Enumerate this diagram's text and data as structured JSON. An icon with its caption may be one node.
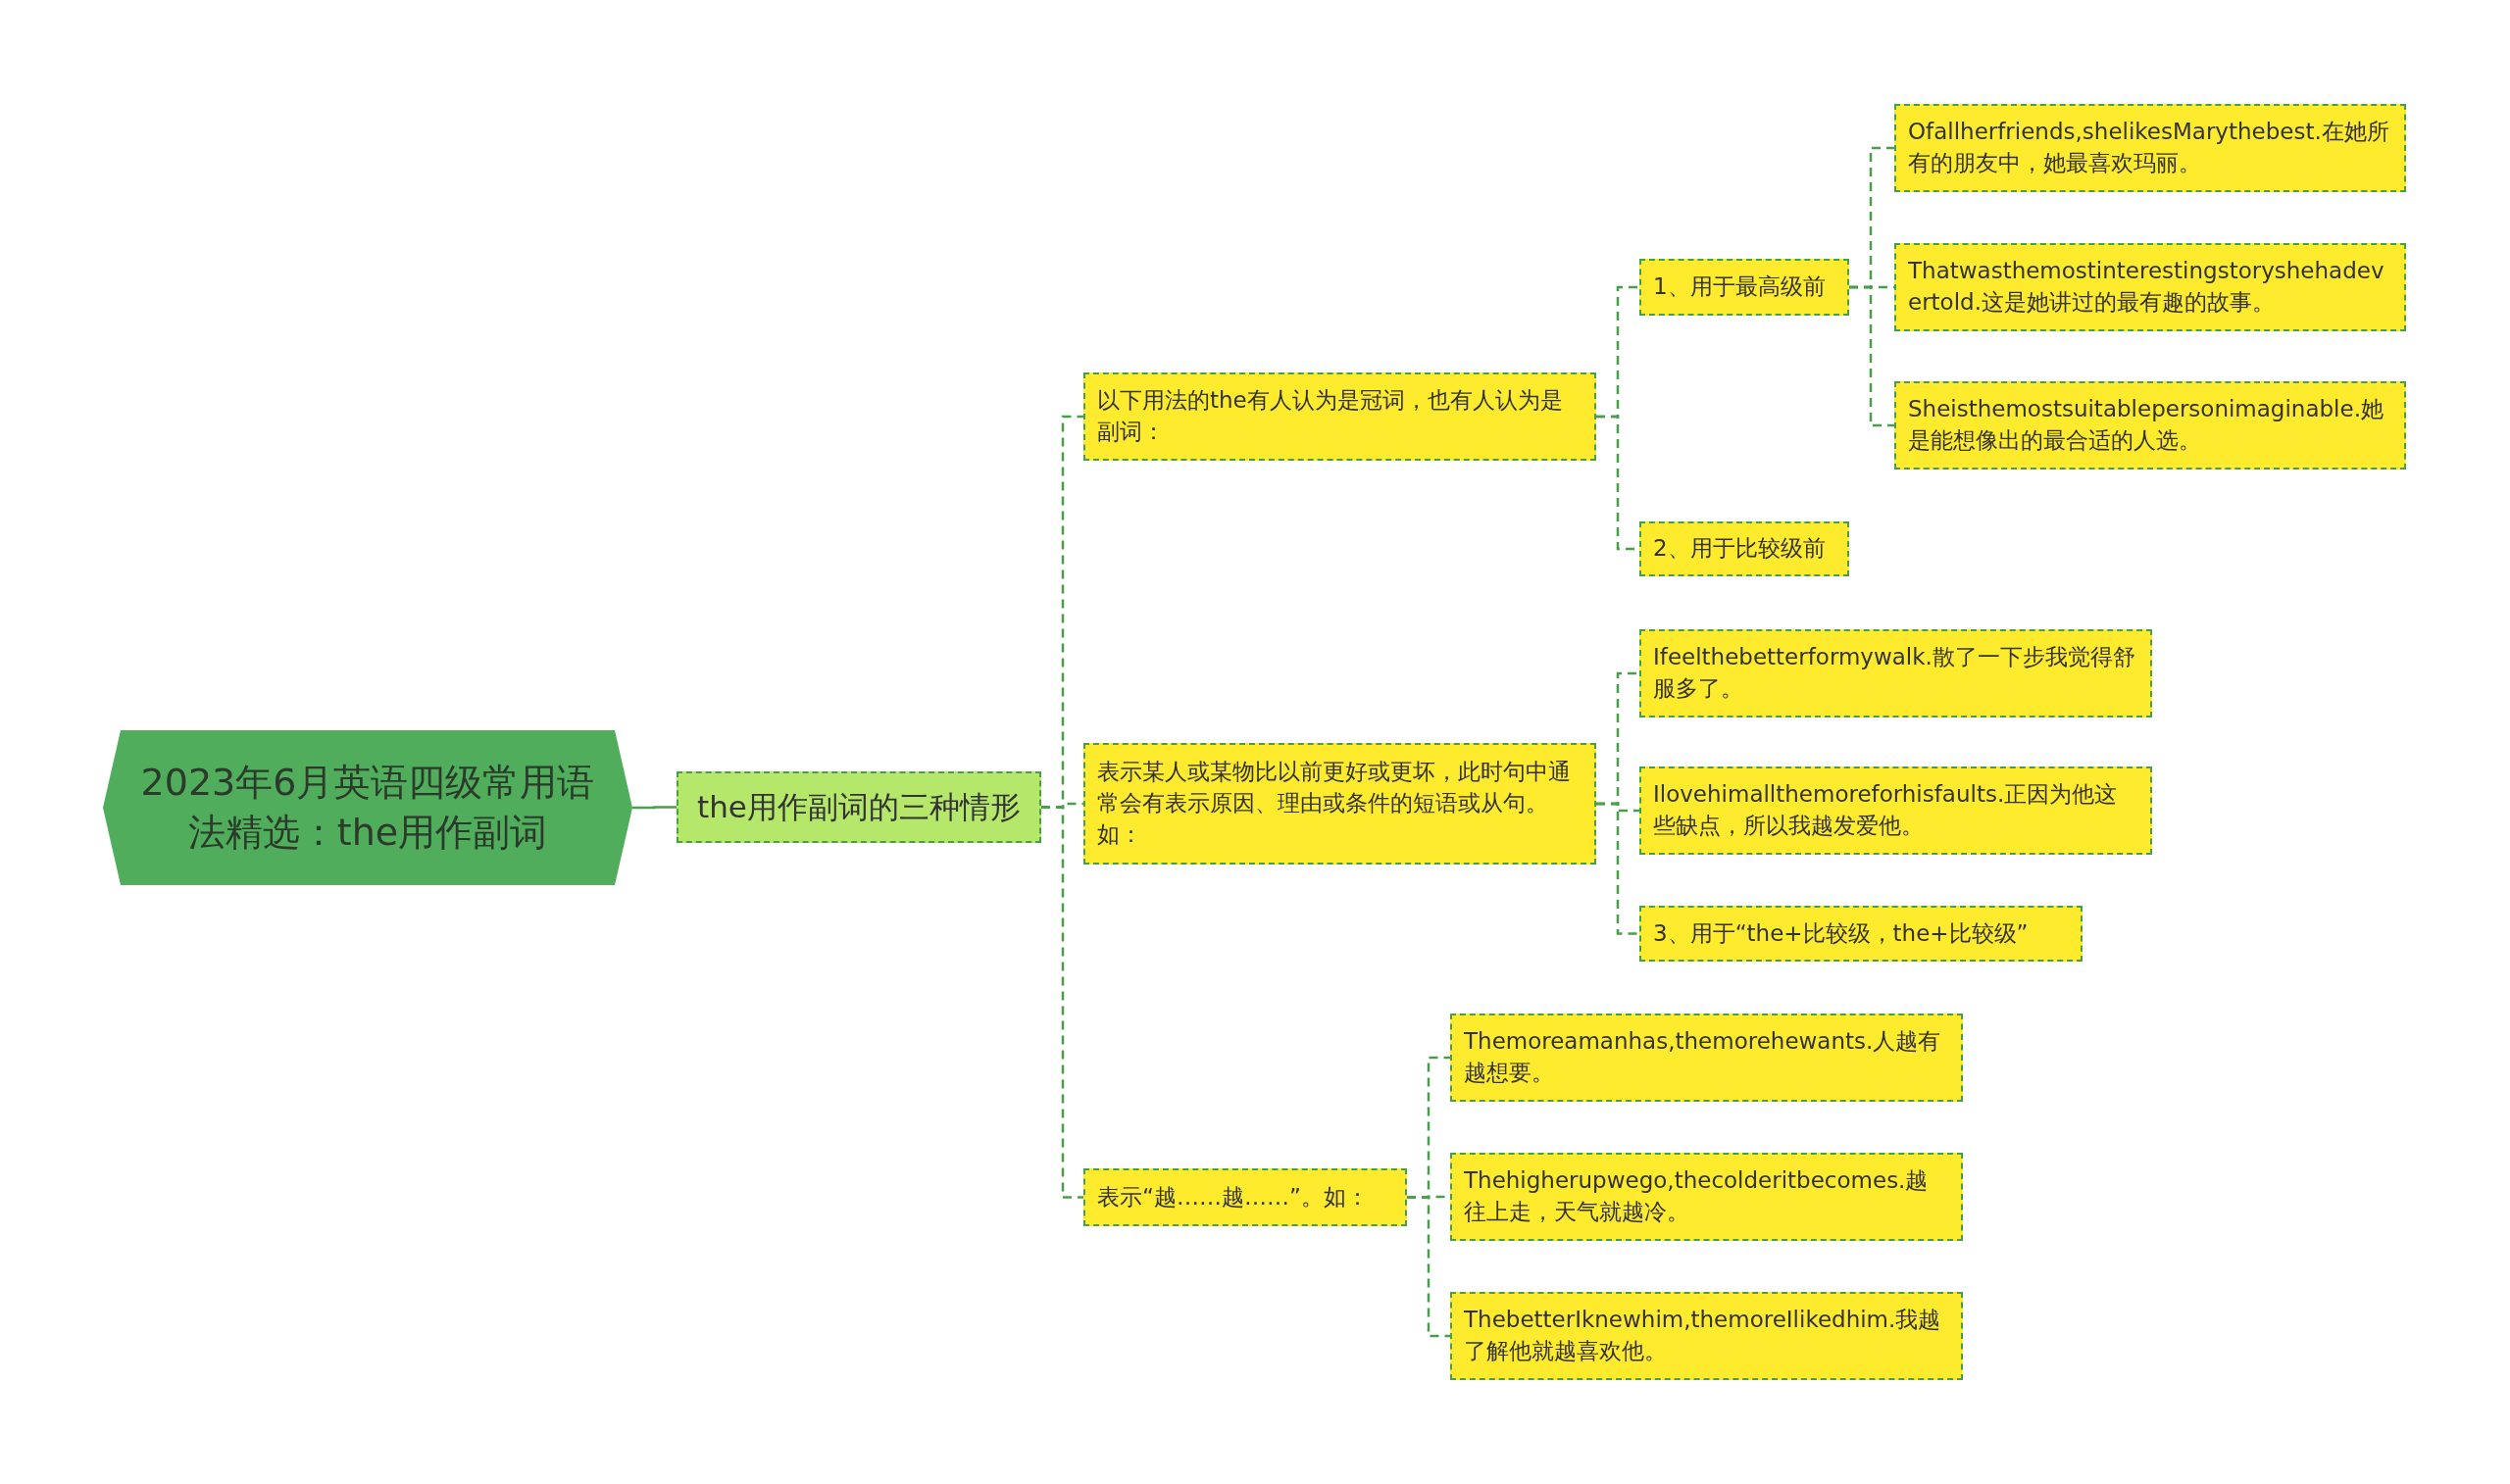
{
  "diagram": {
    "nodes": [
      {
        "text": [
          "2023年6月英语四级常用语法精选：the用作副词"
        ]
      },
      {
        "text": [
          "the用作副词的三种情形"
        ]
      },
      {
        "text": [
          "以下用法的the有人认为是冠词，也有人认为是副词："
        ]
      },
      {
        "text": [
          "1、用于最高级前"
        ]
      },
      {
        "text": [
          "Ofallherfriends,shelikesMarythebest.在她所有的朋友中，她最喜欢玛丽。"
        ]
      },
      {
        "text": [
          "Thatwasthemostinterestingstoryshehadevertold.这是她讲过的最有趣的故事。"
        ]
      },
      {
        "text": [
          "Sheisthemostsuitablepersonimaginable.她是能想像出的最合适的人选。"
        ]
      },
      {
        "text": [
          "2、用于比较级前"
        ]
      },
      {
        "text": [
          "表示某人或某物比以前更好或更坏，此时句中通常会有表示原因、理由或条件的短语或从句。如："
        ]
      },
      {
        "text": [
          "Ifeelthebetterformywalk.散了一下步我觉得舒服多了。"
        ]
      },
      {
        "text": [
          "Ilovehimallthemoreforhisfaults.正因为他这些缺点，所以我越发爱他。"
        ]
      },
      {
        "text": [
          "3、用于“the+比较级，the+比较级”"
        ]
      },
      {
        "text": [
          "表示“越……越……”。如："
        ]
      },
      {
        "text": [
          "Themoreamanhas,themorehewants.人越有越想要。"
        ]
      },
      {
        "text": [
          "Thehigherupwego,thecolderitbecomes.越往上走，天气就越冷。"
        ]
      },
      {
        "text": [
          "ThebetterIknewhim,themoreIlikedhim.我越了解他就越喜欢他。"
        ]
      }
    ],
    "edges": [
      {
        "from": 0,
        "to": 1,
        "arrow": "none"
      },
      {
        "from": 1,
        "to": 2,
        "arrow": "none",
        "style": "dashed"
      },
      {
        "from": 1,
        "to": 8,
        "arrow": "none",
        "style": "dashed"
      },
      {
        "from": 1,
        "to": 12,
        "arrow": "none",
        "style": "dashed"
      },
      {
        "from": 2,
        "to": 3,
        "arrow": "none",
        "style": "dashed"
      },
      {
        "from": 2,
        "to": 7,
        "arrow": "none",
        "style": "dashed"
      },
      {
        "from": 3,
        "to": 4,
        "arrow": "none",
        "style": "dashed"
      },
      {
        "from": 3,
        "to": 5,
        "arrow": "none",
        "style": "dashed"
      },
      {
        "from": 3,
        "to": 6,
        "arrow": "none",
        "style": "dashed"
      },
      {
        "from": 8,
        "to": 9,
        "arrow": "none",
        "style": "dashed"
      },
      {
        "from": 8,
        "to": 10,
        "arrow": "none",
        "style": "dashed"
      },
      {
        "from": 8,
        "to": 11,
        "arrow": "none",
        "style": "dashed"
      },
      {
        "from": 12,
        "to": 13,
        "arrow": "none",
        "style": "dashed"
      },
      {
        "from": 12,
        "to": 14,
        "arrow": "none",
        "style": "dashed"
      },
      {
        "from": 12,
        "to": 15,
        "arrow": "none",
        "style": "dashed"
      }
    ]
  }
}
